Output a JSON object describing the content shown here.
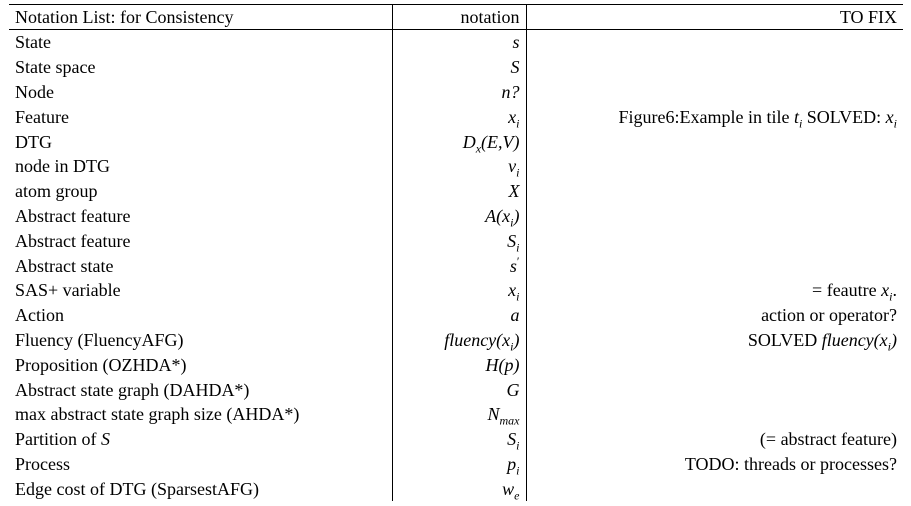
{
  "header": {
    "col_name": "Notation List: for Consistency",
    "col_notation": "notation",
    "col_fix": "TO FIX"
  },
  "rows": [
    {
      "name": "State",
      "notation": "s",
      "fix": ""
    },
    {
      "name": "State space",
      "notation": "S",
      "fix": ""
    },
    {
      "name": "Node",
      "notation": "n?",
      "fix": ""
    },
    {
      "name": "Feature",
      "notation": "x_i",
      "fix": "Figure6:Example in tile t_i SOLVED: x_i"
    },
    {
      "name": "DTG",
      "notation": "D_x(E,V)",
      "fix": ""
    },
    {
      "name": "node in DTG",
      "notation": "v_i",
      "fix": ""
    },
    {
      "name": "atom group",
      "notation": "X",
      "fix": ""
    },
    {
      "name": "Abstract feature",
      "notation": "A(x_i)",
      "fix": ""
    },
    {
      "name": "Abstract feature",
      "notation": "S_i",
      "fix": ""
    },
    {
      "name": "Abstract state",
      "notation": "s'",
      "fix": ""
    },
    {
      "name": "SAS+ variable",
      "notation": "x_i",
      "fix": "= feautre x_i."
    },
    {
      "name": "Action",
      "notation": "a",
      "fix": "action or operator?"
    },
    {
      "name": "Fluency (FluencyAFG)",
      "notation": "fluency(x_i)",
      "fix": "SOLVED fluency(x_i)"
    },
    {
      "name": "Proposition (OZHDA*)",
      "notation": "H(p)",
      "fix": ""
    },
    {
      "name": "Abstract state graph (DAHDA*)",
      "notation": "G",
      "fix": ""
    },
    {
      "name": "max abstract state graph size (AHDA*)",
      "notation": "N_max",
      "fix": ""
    },
    {
      "name": "Partition of S",
      "notation": "S_i",
      "fix": "(= abstract feature)"
    },
    {
      "name": "Process",
      "notation": "p_i",
      "fix": "TODO: threads or processes?"
    },
    {
      "name": "Edge cost of DTG (SparsestAFG)",
      "notation": "w_e",
      "fix": ""
    }
  ]
}
